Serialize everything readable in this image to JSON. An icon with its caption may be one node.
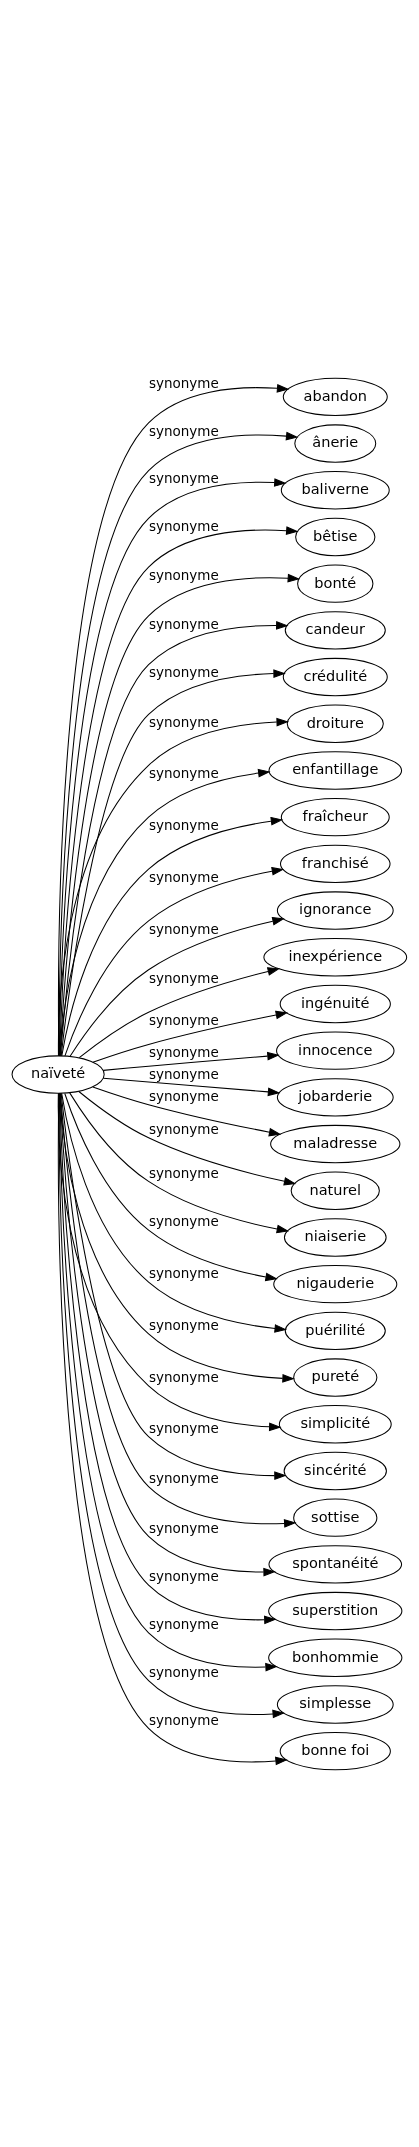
{
  "diagram": {
    "nodes": [
      {
        "text": [
          "naïveté"
        ]
      },
      {
        "text": [
          "abandon"
        ]
      },
      {
        "text": [
          "ânerie"
        ]
      },
      {
        "text": [
          "baliverne"
        ]
      },
      {
        "text": [
          "bêtise"
        ]
      },
      {
        "text": [
          "bonté"
        ]
      },
      {
        "text": [
          "candeur"
        ]
      },
      {
        "text": [
          "crédulité"
        ]
      },
      {
        "text": [
          "droiture"
        ]
      },
      {
        "text": [
          "enfantillage"
        ]
      },
      {
        "text": [
          "fraîcheur"
        ]
      },
      {
        "text": [
          "franchisé"
        ]
      },
      {
        "text": [
          "ignorance"
        ]
      },
      {
        "text": [
          "inexpérience"
        ]
      },
      {
        "text": [
          "ingénuité"
        ]
      },
      {
        "text": [
          "innocence"
        ]
      },
      {
        "text": [
          "jobarderie"
        ]
      },
      {
        "text": [
          "maladresse"
        ]
      },
      {
        "text": [
          "naturel"
        ]
      },
      {
        "text": [
          "niaiserie"
        ]
      },
      {
        "text": [
          "nigauderie"
        ]
      },
      {
        "text": [
          "puérilité"
        ]
      },
      {
        "text": [
          "pureté"
        ]
      },
      {
        "text": [
          "simplicité"
        ]
      },
      {
        "text": [
          "sincérité"
        ]
      },
      {
        "text": [
          "sottise"
        ]
      },
      {
        "text": [
          "spontanéité"
        ]
      },
      {
        "text": [
          "superstition"
        ]
      },
      {
        "text": [
          "bonhommie"
        ]
      },
      {
        "text": [
          "simplesse"
        ]
      },
      {
        "text": [
          "bonne foi"
        ]
      }
    ],
    "edges": [
      {
        "from": 0,
        "to": 1,
        "arrow": "to",
        "label": "synonyme"
      },
      {
        "from": 0,
        "to": 2,
        "arrow": "to",
        "label": "synonyme"
      },
      {
        "from": 0,
        "to": 3,
        "arrow": "to",
        "label": "synonyme"
      },
      {
        "from": 0,
        "to": 4,
        "arrow": "to",
        "label": "synonyme"
      },
      {
        "from": 0,
        "to": 5,
        "arrow": "to",
        "label": "synonyme"
      },
      {
        "from": 0,
        "to": 6,
        "arrow": "to",
        "label": "synonyme"
      },
      {
        "from": 0,
        "to": 7,
        "arrow": "to",
        "label": "synonyme"
      },
      {
        "from": 0,
        "to": 8,
        "arrow": "to",
        "label": "synonyme"
      },
      {
        "from": 0,
        "to": 9,
        "arrow": "to",
        "label": "synonyme"
      },
      {
        "from": 0,
        "to": 10,
        "arrow": "to",
        "label": "synonyme"
      },
      {
        "from": 0,
        "to": 11,
        "arrow": "to",
        "label": "synonyme"
      },
      {
        "from": 0,
        "to": 12,
        "arrow": "to",
        "label": "synonyme"
      },
      {
        "from": 0,
        "to": 13,
        "arrow": "to",
        "label": "synonyme"
      },
      {
        "from": 0,
        "to": 14,
        "arrow": "to",
        "label": "synonyme"
      },
      {
        "from": 0,
        "to": 15,
        "arrow": "to",
        "label": "synonyme"
      },
      {
        "from": 0,
        "to": 16,
        "arrow": "to",
        "label": "synonyme"
      },
      {
        "from": 0,
        "to": 17,
        "arrow": "to",
        "label": "synonyme"
      },
      {
        "from": 0,
        "to": 18,
        "arrow": "to",
        "label": "synonyme"
      },
      {
        "from": 0,
        "to": 19,
        "arrow": "to",
        "label": "synonyme"
      },
      {
        "from": 0,
        "to": 20,
        "arrow": "to",
        "label": "synonyme"
      },
      {
        "from": 0,
        "to": 21,
        "arrow": "to",
        "label": "synonyme"
      },
      {
        "from": 0,
        "to": 22,
        "arrow": "to",
        "label": "synonyme"
      },
      {
        "from": 0,
        "to": 23,
        "arrow": "to",
        "label": "synonyme"
      },
      {
        "from": 0,
        "to": 24,
        "arrow": "to",
        "label": "synonyme"
      },
      {
        "from": 0,
        "to": 25,
        "arrow": "to",
        "label": "synonyme"
      },
      {
        "from": 0,
        "to": 26,
        "arrow": "to",
        "label": "synonyme"
      },
      {
        "from": 0,
        "to": 27,
        "arrow": "to",
        "label": "synonyme"
      },
      {
        "from": 0,
        "to": 28,
        "arrow": "to",
        "label": "synonyme"
      },
      {
        "from": 0,
        "to": 29,
        "arrow": "to",
        "label": "synonyme"
      },
      {
        "from": 0,
        "to": 30,
        "arrow": "to",
        "label": "synonyme"
      }
    ]
  }
}
